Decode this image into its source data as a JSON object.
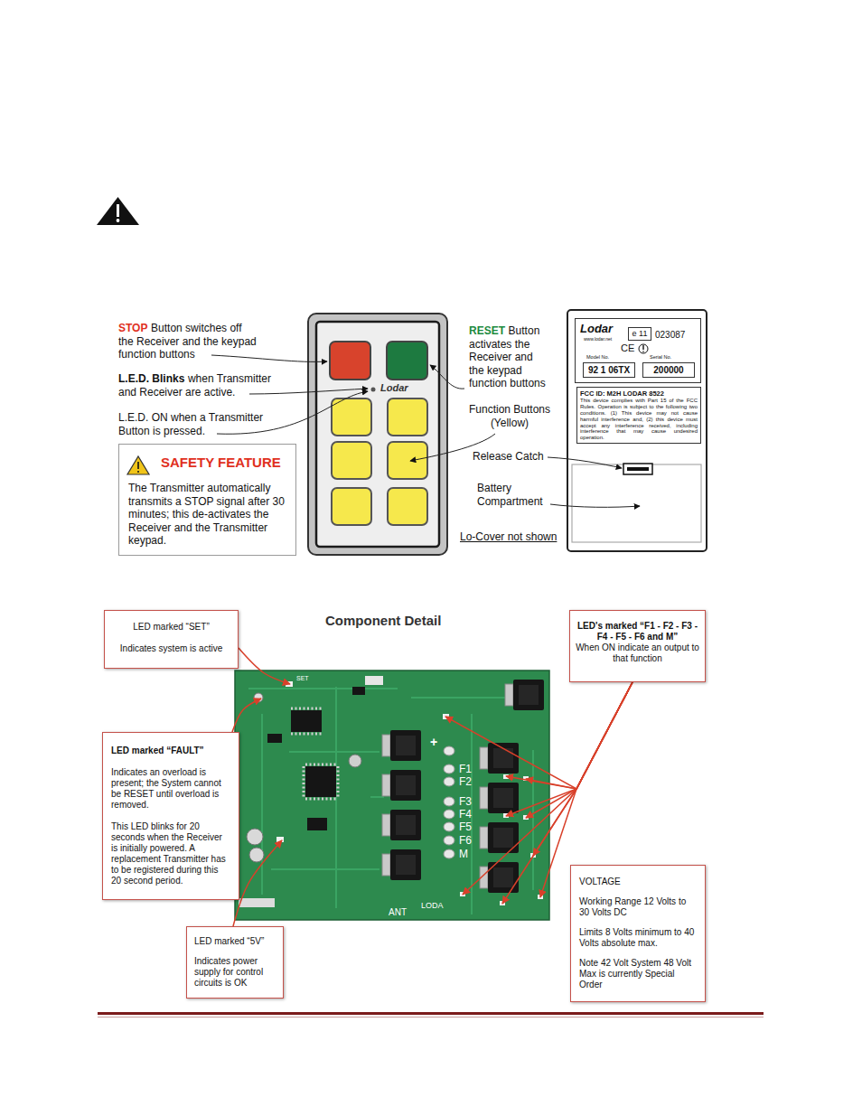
{
  "diagram": {
    "title": "Component Detail",
    "nodes": [
      {
        "text": [
          "Lodar",
          "www.lodar.net",
          "023087",
          "CE",
          "Model No.",
          "Serial No."
        ]
      },
      {
        "text": [
          "e 11"
        ],
        "in": 0
      },
      {
        "text": [
          "92 1 06TX"
        ],
        "in": 0
      },
      {
        "text": [
          "200000"
        ],
        "in": 0
      },
      {
        "text": [
          "FCC ID: M2H LODAR 8522",
          "This device complies with Part 15 of the FCC Rules. Operation is subject to the following two conditions. (1) This device may not cause harmful interference and, (2) this device must accept any interference received, including interference that may cause undesired operation."
        ]
      },
      {
        "text": [
          "SAFETY FEATURE",
          "The Transmitter automatically transmits a STOP signal after 30 minutes; this de-activates the Receiver and the Transmitter keypad."
        ]
      },
      {
        "text": [
          "LED marked “SET”",
          "Indicates system is active"
        ]
      },
      {
        "text": [
          "LED's marked “F1 - F2 - F3 - F4 - F5 - F6 and M”",
          "When ON indicate an output to that function"
        ]
      },
      {
        "text": [
          "LED marked “FAULT”",
          "Indicates an overload is present; the System cannot be RESET until overload is removed.",
          "This LED blinks for 20 seconds when the Receiver is initially powered. A replacement Transmitter has to be registered during this 20 second period."
        ]
      },
      {
        "text": [
          "VOLTAGE",
          "Working Range 12 Volts to 30 Volts DC",
          "Limits 8 Volts minimum to 40 Volts absolute max.",
          "Note 42 Volt System 48 Volt Max is currently Special Order"
        ]
      },
      {
        "text": [
          "LED marked “5V”",
          "Indicates power supply for control circuits is OK"
        ]
      }
    ],
    "labels": [
      "STOP",
      "Button switches off the Receiver and the keypad function buttons",
      "L.E.D. Blinks",
      "when Transmitter and Receiver are active.",
      "L.E.D. ON when a Transmitter Button is pressed.",
      "Lodar",
      "RESET",
      "Button activates the Receiver and the keypad function buttons",
      "Function Buttons (Yellow)",
      "Release Catch",
      "Battery Compartment",
      "Lo-Cover not shown",
      "SET",
      "+",
      "F1",
      "F2",
      "F3",
      "F4",
      "F5",
      "F6",
      "M",
      "ANT",
      "LODA"
    ]
  }
}
